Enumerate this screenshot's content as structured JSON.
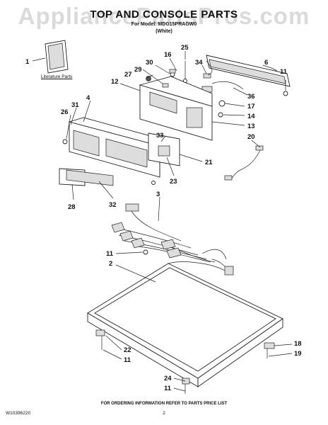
{
  "watermark": "AppliancePartsPros.com",
  "header": {
    "title": "TOP AND CONSOLE PARTS",
    "model_line": "For Model: MDG15PRAGW0",
    "color_line": "(White)"
  },
  "literature_label": "Literature Parts",
  "footer": {
    "doc_number": "W10396220",
    "note": "FOR ORDERING INFORMATION REFER TO PARTS PRICE LIST",
    "page_number": "2"
  },
  "callouts": {
    "c1": "1",
    "c25": "25",
    "c16": "16",
    "c30": "30",
    "c34": "34",
    "c6": "6",
    "c29": "29",
    "c27": "27",
    "c11a": "11",
    "c12": "12",
    "c36": "36",
    "c4": "4",
    "c17": "17",
    "c31": "31",
    "c26": "26",
    "c14": "14",
    "c13": "13",
    "c33": "33",
    "c20": "20",
    "c21": "21",
    "c23": "23",
    "c28": "28",
    "c32": "32",
    "c3": "3",
    "c11b": "11",
    "c2": "2",
    "c18": "18",
    "c22": "22",
    "c19": "19",
    "c11c": "11",
    "c24": "24",
    "c11d": "11"
  }
}
